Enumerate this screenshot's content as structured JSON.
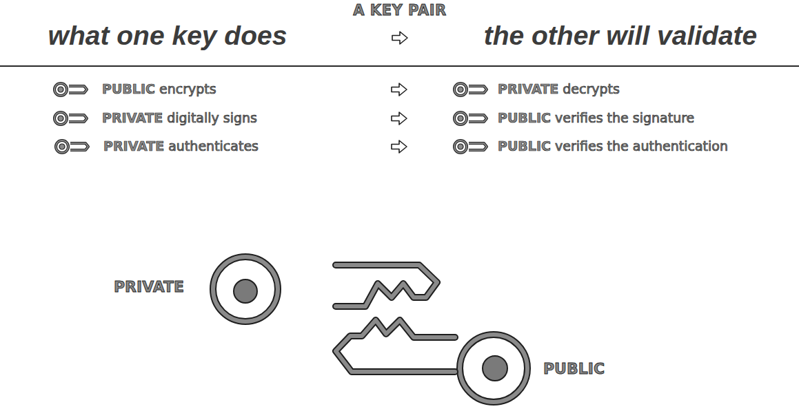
{
  "diagram": {
    "title": "A KEY PAIR",
    "labels": [
      "what one key does",
      "the other will validate",
      "PUBLIC",
      "encrypts",
      "PRIVATE",
      "decrypts",
      "PRIVATE",
      "digitally signs",
      "PUBLIC",
      "verifies the signature",
      "PRIVATE",
      "authenticates",
      "PUBLIC",
      "verifies the authentication",
      "PRIVATE",
      "PUBLIC"
    ]
  }
}
